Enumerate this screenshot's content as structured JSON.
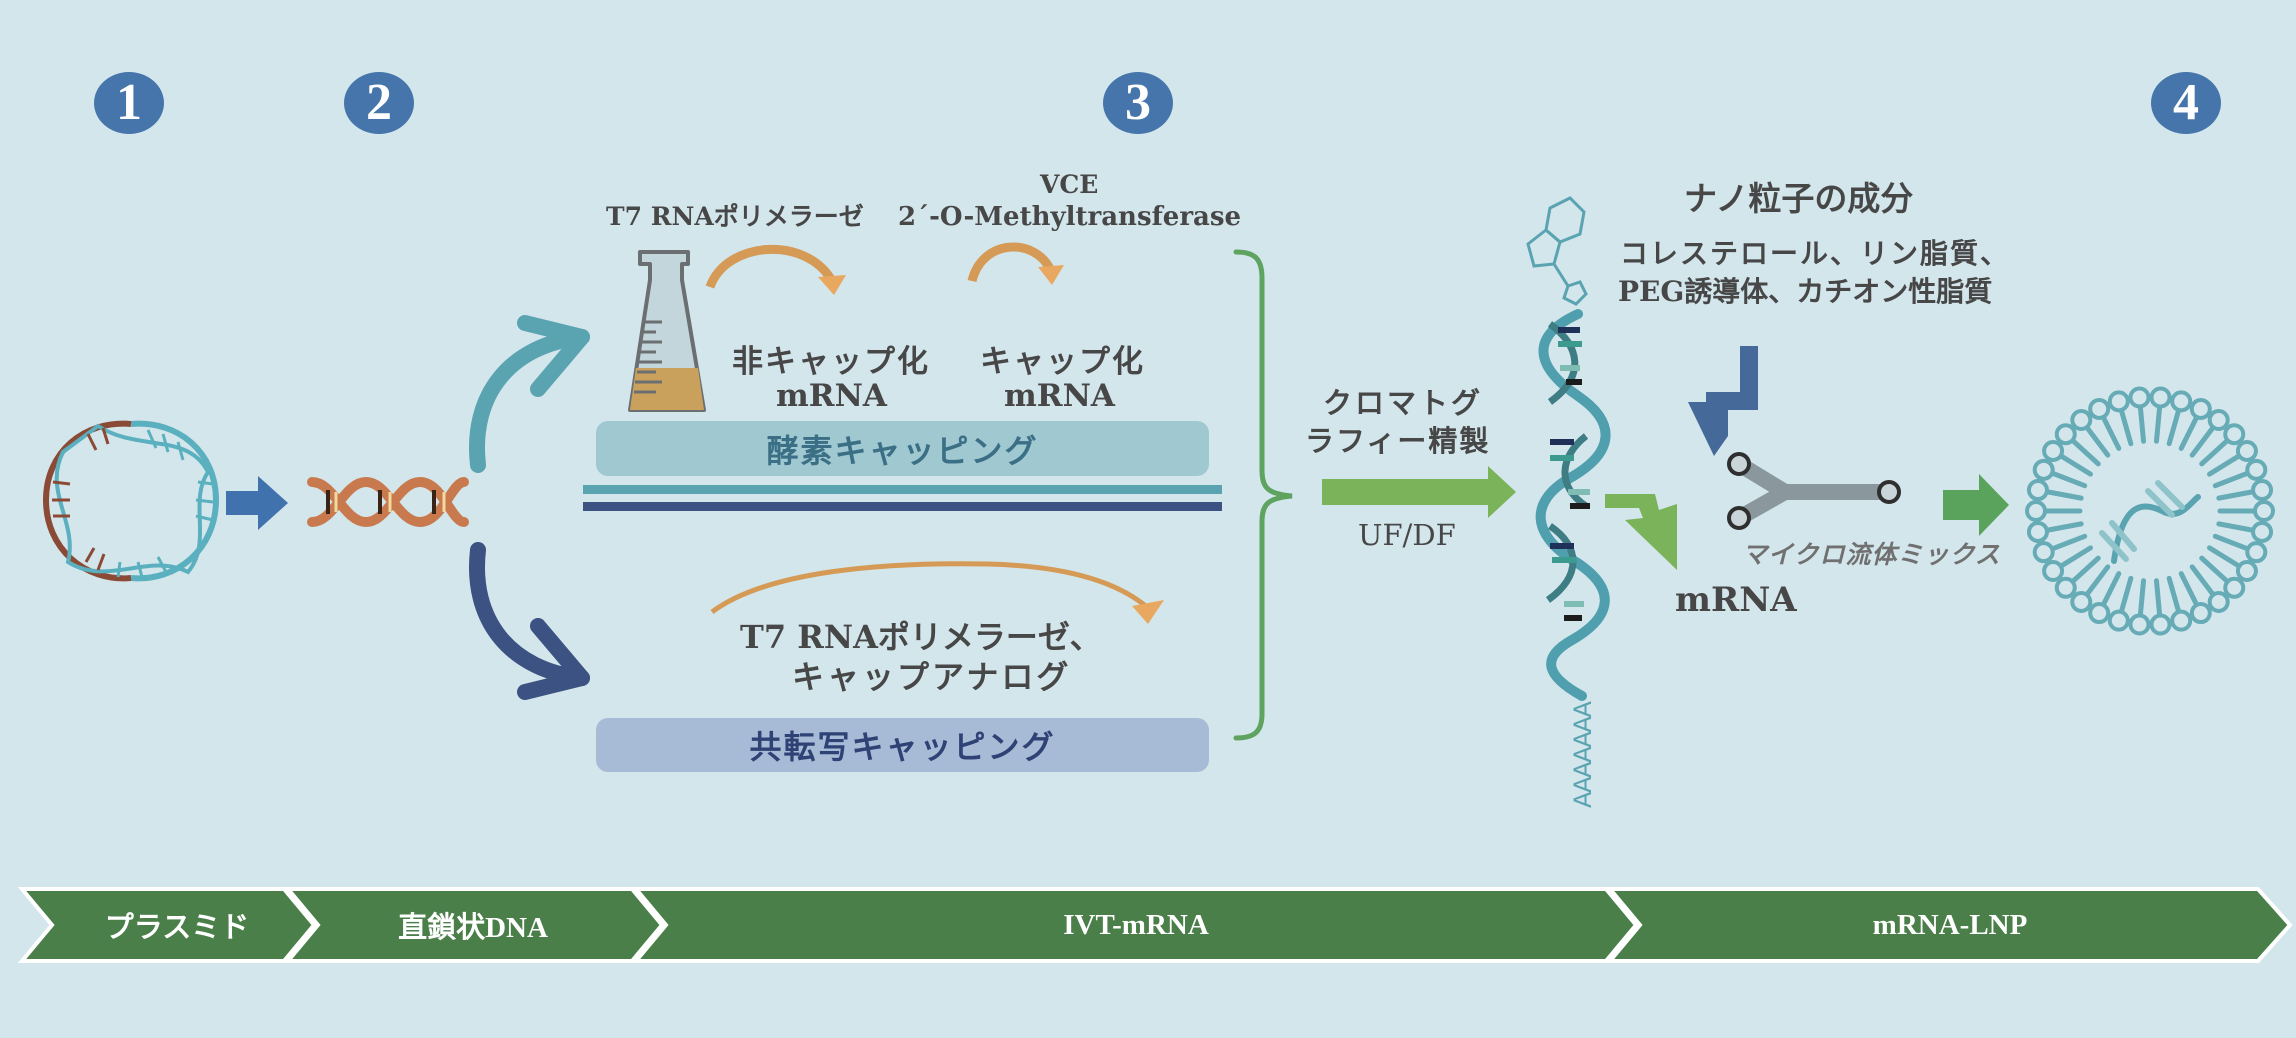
{
  "steps": [
    "1",
    "2",
    "3",
    "4"
  ],
  "enzymatic": {
    "enzyme1": "T7 RNAポリメラーゼ",
    "enzyme2_line1": "VCE",
    "enzyme2_line2": "2´-O-Methyltransferase",
    "uncapped_line1": "非キャップ化",
    "uncapped_line2": "mRNA",
    "capped_line1": "キャップ化",
    "capped_line2": "mRNA",
    "box_label": "酵素キャッピング"
  },
  "cotranscriptional": {
    "reagents_line1": "T7 RNAポリメラーゼ、",
    "reagents_line2": "キャップアナログ",
    "box_label": "共転写キャッピング"
  },
  "purification": {
    "line1": "クロマトグ",
    "line2": "ラフィー精製",
    "sub": "UF/DF"
  },
  "nanoparticle": {
    "title": "ナノ粒子の成分",
    "line1": "コレステロール、リン脂質、",
    "line2": "PEG誘導体、カチオン性脂質",
    "mixing_label": "マイクロ流体ミックス",
    "mrna_label": "mRNA",
    "polya_tail": "AAAAAAA"
  },
  "pipeline": [
    "プラスミド",
    "直鎖状DNA",
    "IVT-mRNA",
    "mRNA-LNP"
  ],
  "colors": {
    "background": "#d3e6ec",
    "step_badge": "#4575ab",
    "pipeline_green": "#4b7f4a",
    "arrow_green": "#7ab35a",
    "teal": "#5aa3b0",
    "navy": "#3b5282",
    "orange": "#e0a25a",
    "brace_green": "#5ea35f"
  }
}
